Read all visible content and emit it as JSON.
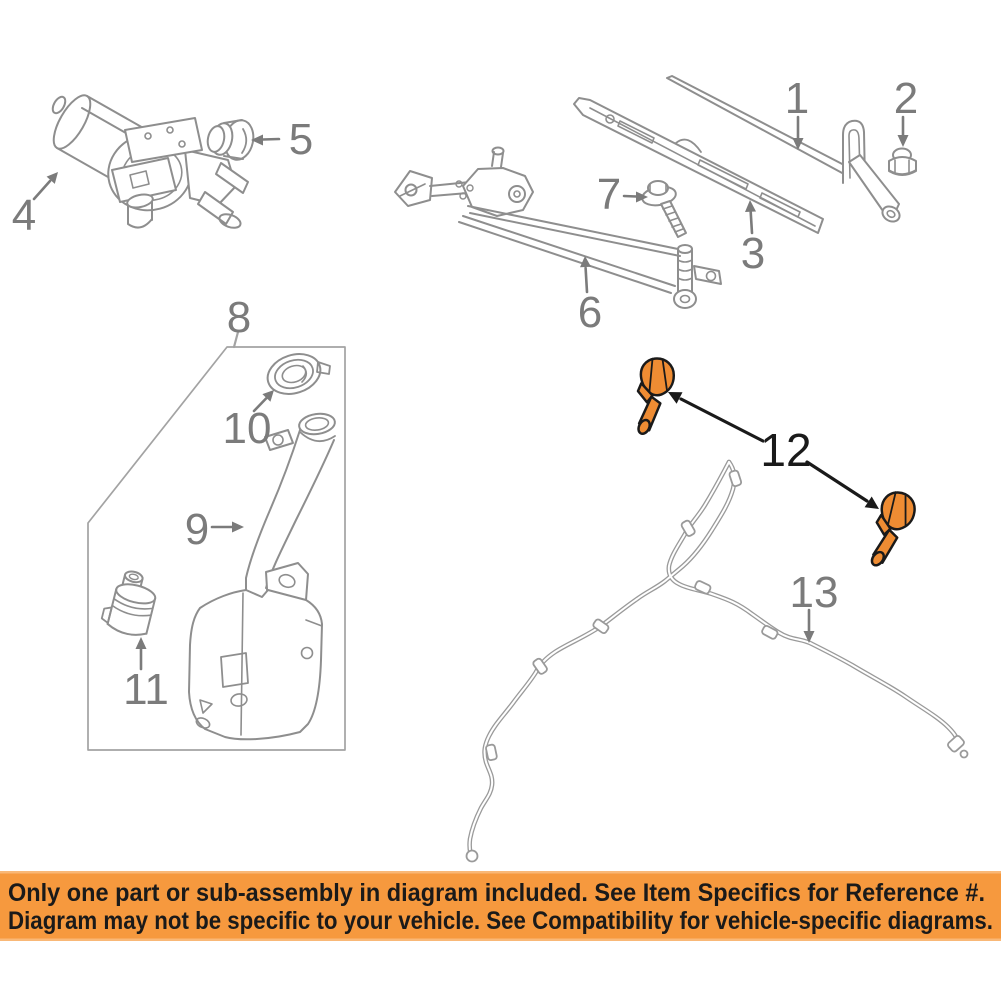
{
  "banner": {
    "line1": "Only one part or sub-assembly in diagram included. See Item Specifics for Reference #.",
    "line2": "Diagram may not be specific to your vehicle. See Compatibility for vehicle-specific diagrams.",
    "bg_color": "#F6993E",
    "edge_color": "#F9B877",
    "text_color": "#1A1A1A"
  },
  "callouts": {
    "c1": "1",
    "c2": "2",
    "c3": "3",
    "c4": "4",
    "c5": "5",
    "c6": "6",
    "c7": "7",
    "c8": "8",
    "c9": "9",
    "c10": "10",
    "c11": "11",
    "c12": "12",
    "c13": "13"
  },
  "colors": {
    "line_gray": "#8E8E8E",
    "box_gray": "#A3A3A3",
    "hose_gray": "#9A9A9A",
    "label_gray": "#7B7B7B",
    "highlight_black": "#1A1A1A",
    "nozzle_orange": "#EE8C33",
    "paper_white": "#FFFFFF"
  }
}
